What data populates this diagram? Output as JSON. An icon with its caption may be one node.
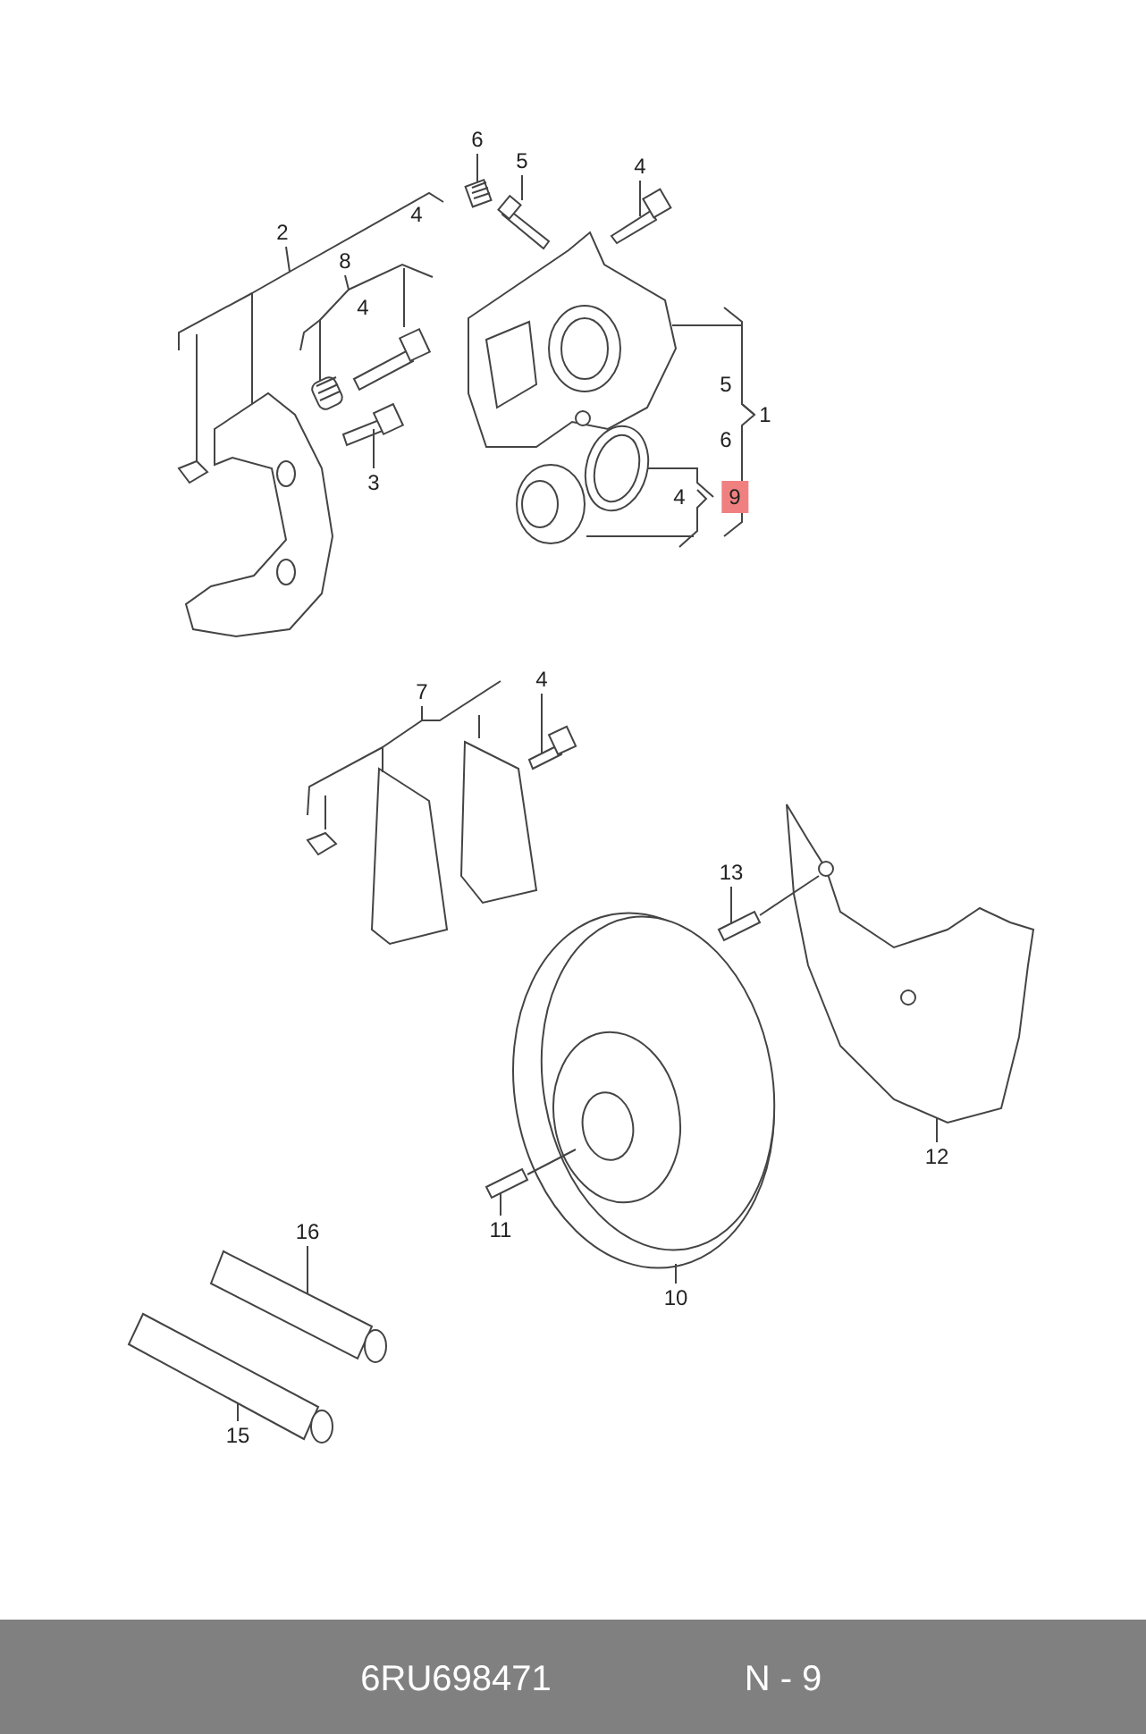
{
  "diagram": {
    "nodes": [
      {
        "text": [
          "6"
        ]
      },
      {
        "text": [
          "5"
        ]
      },
      {
        "text": [
          "4"
        ]
      },
      {
        "text": [
          "2"
        ]
      },
      {
        "text": [
          "8"
        ]
      },
      {
        "text": [
          "1"
        ]
      },
      {
        "text": [
          "3"
        ]
      },
      {
        "text": [
          "9"
        ]
      },
      {
        "text": [
          "7"
        ]
      },
      {
        "text": [
          "4"
        ]
      },
      {
        "text": [
          "13"
        ]
      },
      {
        "text": [
          "12"
        ]
      },
      {
        "text": [
          "11"
        ]
      },
      {
        "text": [
          "10"
        ]
      },
      {
        "text": [
          "16"
        ]
      },
      {
        "text": [
          "15"
        ]
      },
      {
        "text": [],
        "shape": "picture"
      },
      {
        "text": [],
        "shape": "picture"
      },
      {
        "text": [],
        "shape": "picture"
      },
      {
        "text": [],
        "shape": "picture"
      },
      {
        "text": [],
        "shape": "picture"
      },
      {
        "text": [],
        "shape": "picture"
      },
      {
        "text": [],
        "shape": "picture"
      },
      {
        "text": [],
        "shape": "picture"
      },
      {
        "text": [],
        "shape": "picture"
      },
      {
        "text": [],
        "shape": "picture"
      },
      {
        "text": [],
        "shape": "picture"
      },
      {
        "text": [],
        "shape": "picture"
      },
      {
        "text": [],
        "shape": "picture"
      },
      {
        "text": [],
        "shape": "picture"
      },
      {
        "text": [],
        "shape": "picture"
      },
      {
        "text": [],
        "shape": "picture"
      }
    ],
    "edges": [
      {
        "from": 0,
        "to": 16,
        "arrow": "none"
      },
      {
        "from": 1,
        "to": 17,
        "arrow": "none"
      },
      {
        "from": 2,
        "to": 18,
        "arrow": "none"
      },
      {
        "from": 3,
        "to": 19,
        "arrow": "none"
      },
      {
        "from": 4,
        "to": 20,
        "arrow": "none"
      },
      {
        "from": 5,
        "to": 21,
        "arrow": "none"
      },
      {
        "from": 6,
        "to": 22,
        "arrow": "none"
      },
      {
        "from": 7,
        "to": 23,
        "arrow": "none"
      },
      {
        "from": 8,
        "to": 24,
        "arrow": "none"
      },
      {
        "from": 9,
        "to": 25,
        "arrow": "none"
      },
      {
        "from": 10,
        "to": 26,
        "arrow": "none"
      },
      {
        "from": 11,
        "to": 27,
        "arrow": "none"
      },
      {
        "from": 12,
        "to": 28,
        "arrow": "none"
      },
      {
        "from": 13,
        "to": 29,
        "arrow": "none"
      },
      {
        "from": 14,
        "to": 30,
        "arrow": "none"
      },
      {
        "from": 15,
        "to": 31,
        "arrow": "none"
      },
      {
        "from": 26,
        "to": 27,
        "arrow": "none"
      },
      {
        "from": 28,
        "to": 29,
        "arrow": "none"
      }
    ],
    "labels": [
      "4",
      "4",
      "5",
      "6",
      "4",
      "6RU698471",
      "N - 9"
    ]
  }
}
